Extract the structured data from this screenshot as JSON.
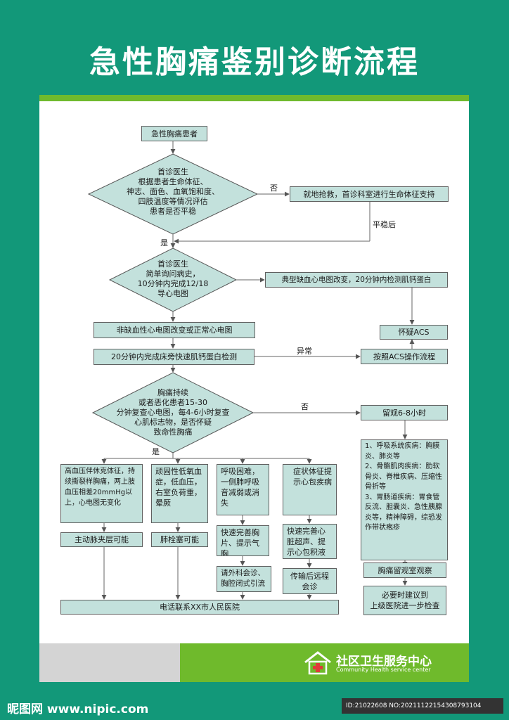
{
  "title": "急性胸痛鉴别诊断流程",
  "nodes": {
    "start": "急性胸痛患者",
    "d1": "首诊医生\n根据患者生命体征、\n神志、面色、血氧饱和度、\n四肢温度等情况评估\n患者是否平稳",
    "rescue": "就地抢救，首诊科室进行生命体征支持",
    "d2": "首诊医生\n简单询问病史，\n10分钟内完成12/18\n导心电图",
    "ecg_typical": "典型缺血心电图改变，20分钟内检测肌钙蛋白",
    "non_ischemic": "非缺血性心电图改变或正常心电图",
    "suspect_acs": "怀疑ACS",
    "troponin": "20分钟内完成床旁快速肌钙蛋白检测",
    "acs_flow": "按照ACS操作流程",
    "d3": "胸痛持续\n或者恶化患者15-30\n分钟复查心电图，每4-6小时复查\n心肌标志物，是否怀疑\n致命性胸痛",
    "observe": "留观6-8小时",
    "hypertension": "高血压伴休克体征，持续撕裂样胸痛，两上肢血压相差20mmHg以上，心电图无变化",
    "hypoxemia": "顽固性低氧血症，低血压，右室负荷重，晕厥",
    "dyspnea": "呼吸困难，一侧肺呼吸音减弱或消失",
    "pericardial": "症状体征提示心包疾病",
    "other_diseases": "1、呼吸系统疾病：胸膜炎、肺炎等\n2、骨骼肌肉疾病：肋软骨炎、脊椎疾病、压缩性骨折等\n3、胃肠道疾病：胃食管反流、胆囊炎、急性胰腺炎等，精神障碍，综恐发作带状疱疹",
    "aortic": "主动脉夹层可能",
    "pe": "肺栓塞可能",
    "chest_film": "快速完善胸片、提示气胸",
    "echo": "快速完善心脏超声、提示心包积液",
    "consult": "请外科会诊、胸腔闭式引流",
    "remote": "传输后远程会诊",
    "chest_obs": "胸痛留观室观察",
    "transfer": "必要时建议到\n上级医院进一步检查",
    "call": "电话联系XX市人民医院"
  },
  "labels": {
    "no1": "否",
    "stable": "平稳后",
    "yes1": "是",
    "abnormal": "异常",
    "no2": "否",
    "yes2": "是"
  },
  "footer": {
    "org_cn": "社区卫生服务中心",
    "org_en": "Community Health service center",
    "watermark_left": "昵图网 www.nipic.com",
    "watermark_right": "ID:21022608 NO:20211122154308793104"
  },
  "colors": {
    "background": "#129879",
    "accent_green": "#6fba2c",
    "box_fill": "#c3e1dc"
  },
  "icons": [
    "house-cross-icon"
  ]
}
